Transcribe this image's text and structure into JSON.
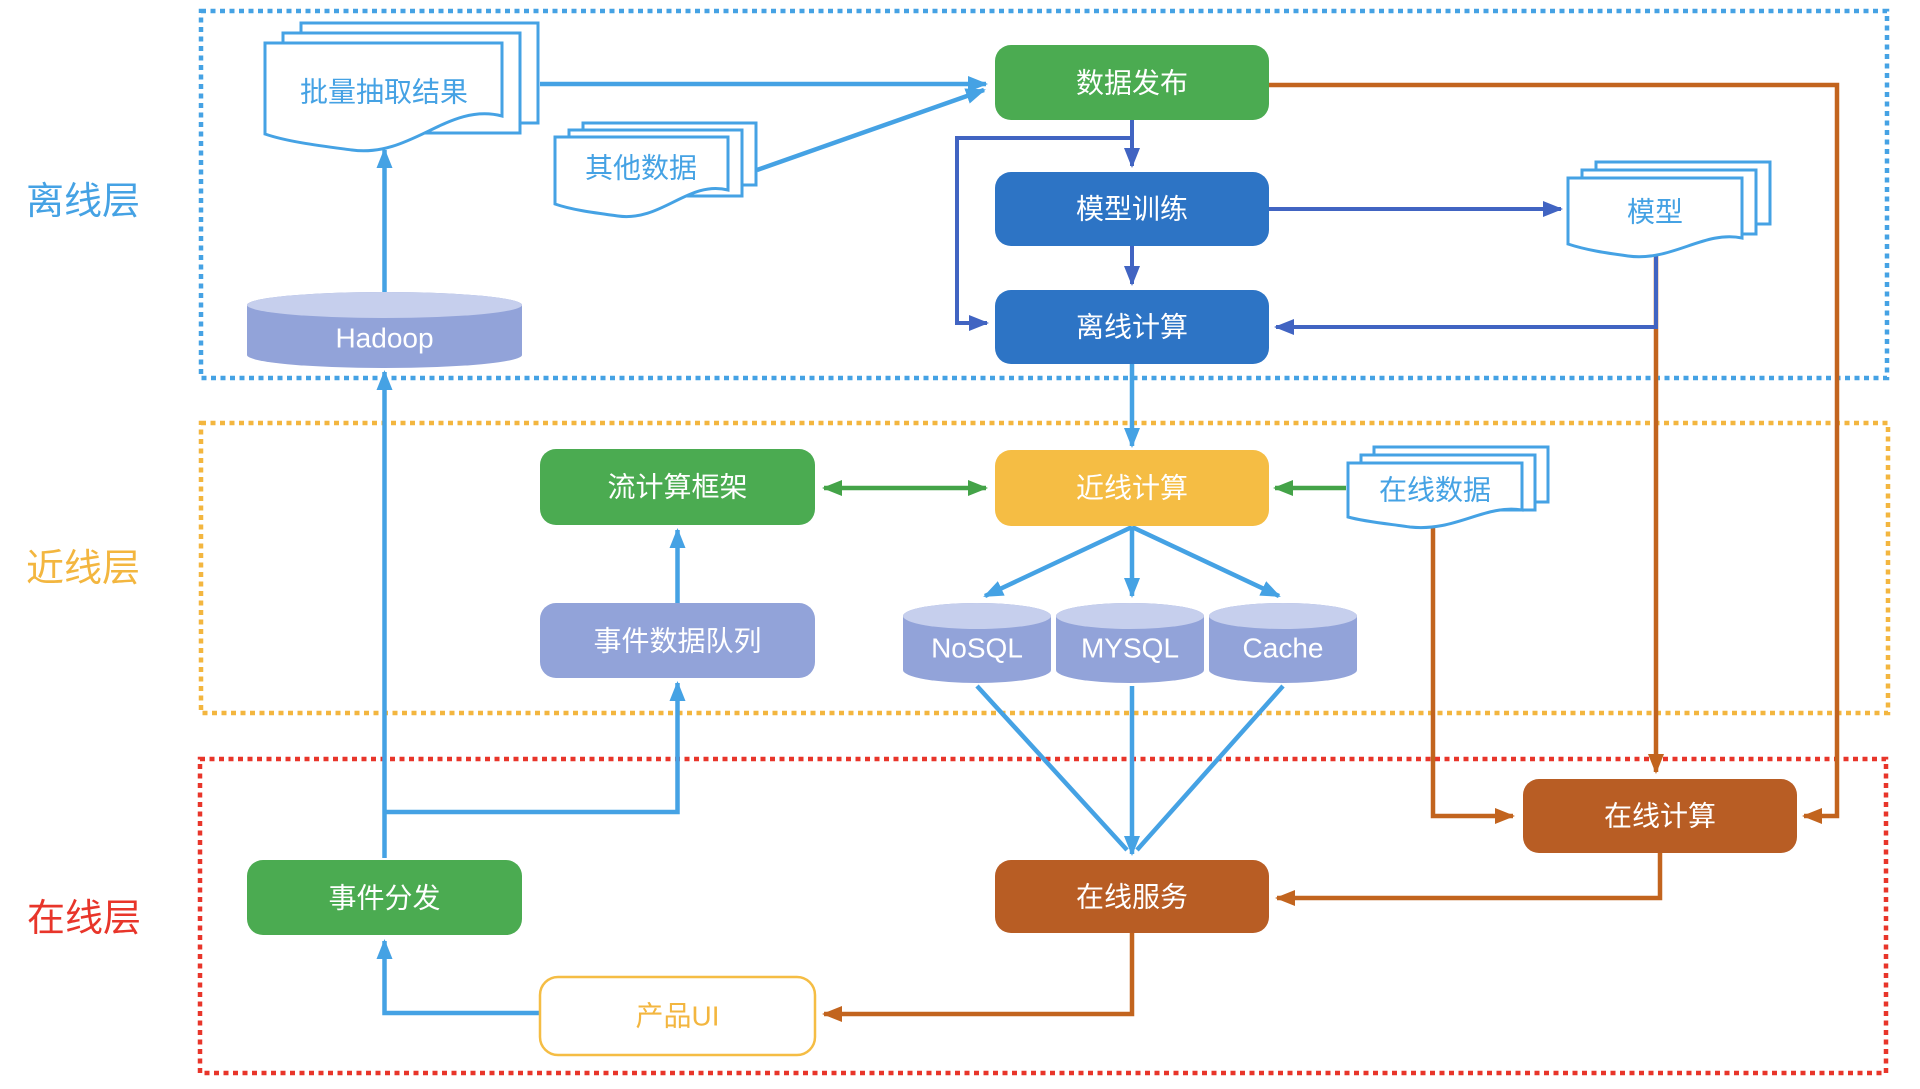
{
  "layers": {
    "offline": {
      "label": "离线层",
      "color": "#45A2E4"
    },
    "nearline": {
      "label": "近线层",
      "color": "#F3B63F"
    },
    "online": {
      "label": "在线层",
      "color": "#E8352A"
    }
  },
  "nodes": {
    "batch_extract": {
      "label": "批量抽取结果",
      "shape": "document-stack",
      "color": "#45A2E4"
    },
    "other_data": {
      "label": "其他数据",
      "shape": "document-stack",
      "color": "#45A2E4"
    },
    "data_publish": {
      "label": "数据发布",
      "shape": "rounded-box",
      "color": "#4BAB51"
    },
    "model_training": {
      "label": "模型训练",
      "shape": "rounded-box",
      "color": "#2D74C5"
    },
    "offline_compute": {
      "label": "离线计算",
      "shape": "rounded-box",
      "color": "#2D74C5"
    },
    "model": {
      "label": "模型",
      "shape": "document-stack",
      "color": "#45A2E4"
    },
    "hadoop": {
      "label": "Hadoop",
      "shape": "cylinder",
      "color": "#92A3D9"
    },
    "stream_framework": {
      "label": "流计算框架",
      "shape": "rounded-box",
      "color": "#4BAB51"
    },
    "nearline_compute": {
      "label": "近线计算",
      "shape": "rounded-box",
      "color": "#F5BD44"
    },
    "online_data": {
      "label": "在线数据",
      "shape": "document-stack",
      "color": "#45A2E4"
    },
    "event_queue": {
      "label": "事件数据队列",
      "shape": "rounded-box",
      "color": "#92A3D9"
    },
    "nosql": {
      "label": "NoSQL",
      "shape": "cylinder",
      "color": "#92A3D9"
    },
    "mysql": {
      "label": "MYSQL",
      "shape": "cylinder",
      "color": "#92A3D9"
    },
    "cache": {
      "label": "Cache",
      "shape": "cylinder",
      "color": "#92A3D9"
    },
    "online_compute": {
      "label": "在线计算",
      "shape": "rounded-box",
      "color": "#B85D24"
    },
    "event_dispatch": {
      "label": "事件分发",
      "shape": "rounded-box",
      "color": "#4BAB51"
    },
    "online_service": {
      "label": "在线服务",
      "shape": "rounded-box",
      "color": "#B85D24"
    },
    "product_ui": {
      "label": "产品UI",
      "shape": "outlined-box",
      "color": "#F5BD44"
    }
  },
  "edges": [
    {
      "from": "hadoop",
      "to": "batch_extract",
      "color": "light-blue"
    },
    {
      "from": "batch_extract",
      "to": "data_publish",
      "color": "light-blue"
    },
    {
      "from": "other_data",
      "to": "data_publish",
      "color": "light-blue"
    },
    {
      "from": "data_publish",
      "to": "model_training",
      "color": "dark-blue"
    },
    {
      "from": "data_publish",
      "to": "offline_compute",
      "color": "dark-blue"
    },
    {
      "from": "model_training",
      "to": "offline_compute",
      "color": "dark-blue"
    },
    {
      "from": "model_training",
      "to": "model",
      "color": "dark-blue"
    },
    {
      "from": "model",
      "to": "offline_compute",
      "color": "dark-blue"
    },
    {
      "from": "model",
      "to": "online_compute",
      "color": "orange"
    },
    {
      "from": "data_publish",
      "to": "online_compute",
      "color": "orange"
    },
    {
      "from": "offline_compute",
      "to": "nearline_compute",
      "color": "light-blue"
    },
    {
      "from": "stream_framework",
      "to": "nearline_compute",
      "color": "green",
      "bidirectional": true
    },
    {
      "from": "online_data",
      "to": "nearline_compute",
      "color": "green"
    },
    {
      "from": "online_data",
      "to": "online_compute",
      "color": "orange"
    },
    {
      "from": "nearline_compute",
      "to": "nosql",
      "color": "light-blue"
    },
    {
      "from": "nearline_compute",
      "to": "mysql",
      "color": "light-blue"
    },
    {
      "from": "nearline_compute",
      "to": "cache",
      "color": "light-blue"
    },
    {
      "from": "nosql",
      "to": "online_service",
      "color": "light-blue"
    },
    {
      "from": "mysql",
      "to": "online_service",
      "color": "light-blue"
    },
    {
      "from": "cache",
      "to": "online_service",
      "color": "light-blue"
    },
    {
      "from": "event_queue",
      "to": "stream_framework",
      "color": "light-blue"
    },
    {
      "from": "event_dispatch",
      "to": "event_queue",
      "color": "light-blue"
    },
    {
      "from": "event_dispatch",
      "to": "hadoop",
      "color": "light-blue"
    },
    {
      "from": "online_compute",
      "to": "online_service",
      "color": "orange"
    },
    {
      "from": "online_service",
      "to": "product_ui",
      "color": "orange"
    },
    {
      "from": "product_ui",
      "to": "event_dispatch",
      "color": "light-blue"
    }
  ],
  "colors": {
    "light_blue": "#45A2E4",
    "dark_blue": "#4164C2",
    "green_box": "#4BAB51",
    "green_arrow": "#44A348",
    "blue_box": "#2D74C5",
    "amber": "#F5BD44",
    "amber_dash": "#F3B63F",
    "brown_box": "#B85D24",
    "orange_arrow": "#C2641E",
    "periwinkle": "#92A3D9",
    "periwinkle_light": "#C6CFED",
    "red": "#E8352A"
  }
}
